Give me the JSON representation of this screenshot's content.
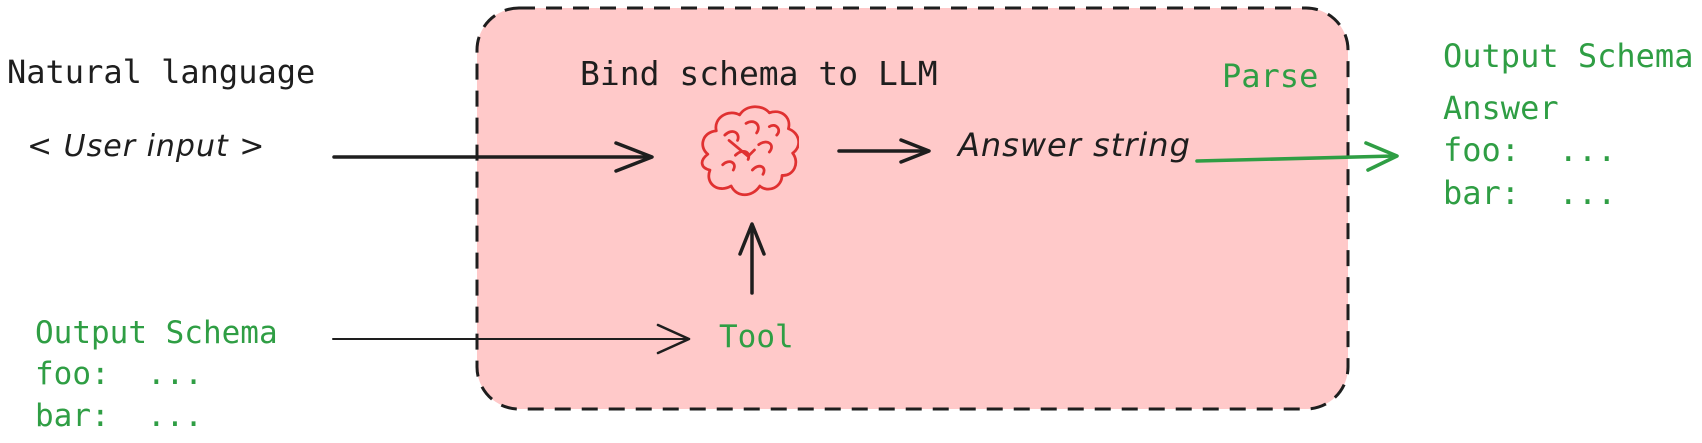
{
  "colors": {
    "ink": "#1e1e1e",
    "green": "#2f9e44",
    "red": "#e03131",
    "pink_fill": "#ffc9c9",
    "background": "#ffffff"
  },
  "input_side": {
    "title": "Natural language",
    "user_input": "< User input >",
    "schema": {
      "title": "Output Schema",
      "lines": [
        "foo:  ...",
        "bar:  ..."
      ]
    }
  },
  "pipeline_box": {
    "title": "Bind schema to LLM",
    "parse_label": "Parse",
    "answer_string_label": "Answer string",
    "tool_label": "Tool",
    "llm_icon": "brain-icon"
  },
  "output_side": {
    "title": "Output Schema",
    "object_name": "Answer",
    "lines": [
      "foo:  ...",
      "bar:  ..."
    ]
  }
}
